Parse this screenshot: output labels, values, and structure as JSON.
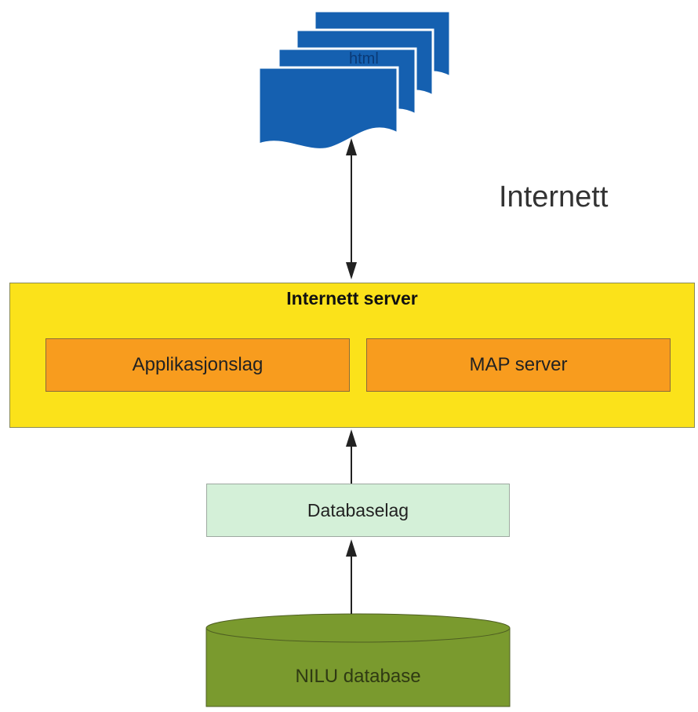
{
  "nodes": {
    "html_label": "html",
    "internet_label": "Internett",
    "server_title": "Internett server",
    "app_layer": "Applikasjonslag",
    "map_server": "MAP server",
    "database_layer": "Databaselag",
    "database": "NILU database"
  },
  "edges": [
    {
      "from": "html",
      "to": "Internett server",
      "direction": "bidirectional"
    },
    {
      "from": "Databaselag",
      "to": "Internett server",
      "direction": "one-way"
    },
    {
      "from": "NILU database",
      "to": "Databaselag",
      "direction": "one-way"
    }
  ],
  "colors": {
    "documents": "#1560b0",
    "server": "#fbe21a",
    "orange_layers": "#f89c1e",
    "database_layer": "#d4f0d8",
    "database": "#7a9a2e"
  },
  "icons": {
    "documents": "html-documents-icon",
    "database": "database-cylinder-icon"
  }
}
